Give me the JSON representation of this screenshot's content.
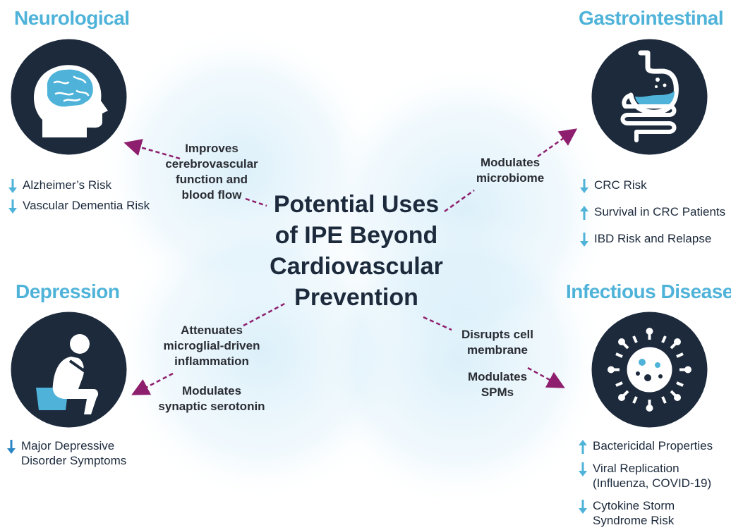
{
  "title_lines": [
    "Potential Uses",
    "of IPE Beyond",
    "Cardiovascular",
    "Prevention"
  ],
  "colors": {
    "heading": "#4fb3d9",
    "icon_circle": "#1c2a3c",
    "icon_accent": "#4fb3d9",
    "arrow_up": "#4fb3d9",
    "arrow_down": "#2a86c4",
    "connector": "#8e1f6e",
    "text": "#1c2a3c"
  },
  "neurological": {
    "heading": "Neurological",
    "icon": "brain-head-icon",
    "items": [
      {
        "dir": "down",
        "lines": [
          "Alzheimer’s Risk"
        ]
      },
      {
        "dir": "down",
        "lines": [
          "Vascular Dementia Risk"
        ]
      }
    ],
    "mechanism": [
      "Improves",
      "cerebrovascular",
      "function and",
      "blood flow"
    ]
  },
  "gastrointestinal": {
    "heading": "Gastrointestinal",
    "icon": "stomach-icon",
    "items": [
      {
        "dir": "down",
        "lines": [
          "CRC Risk"
        ]
      },
      {
        "dir": "up",
        "lines": [
          "Survival in CRC Patients"
        ]
      },
      {
        "dir": "down",
        "lines": [
          "IBD Risk and Relapse"
        ]
      }
    ],
    "mechanism": [
      "Modulates",
      "microbiome"
    ]
  },
  "depression": {
    "heading": "Depression",
    "icon": "depressed-person-icon",
    "items": [
      {
        "dir": "down",
        "lines": [
          "Major Depressive",
          "Disorder Symptoms"
        ]
      }
    ],
    "mechanism1": [
      "Attenuates",
      "microglial-driven",
      "inflammation"
    ],
    "mechanism2": [
      "Modulates",
      "synaptic serotonin"
    ]
  },
  "infectious": {
    "heading": "Infectious Disease",
    "icon": "virus-icon",
    "items": [
      {
        "dir": "up",
        "lines": [
          "Bactericidal Properties"
        ]
      },
      {
        "dir": "down",
        "lines": [
          "Viral Replication",
          "(Influenza, COVID-19)"
        ]
      },
      {
        "dir": "down",
        "lines": [
          "Cytokine Storm",
          "Syndrome Risk"
        ]
      }
    ],
    "mechanism1": [
      "Disrupts cell",
      "membrane"
    ],
    "mechanism2": [
      "Modulates",
      "SPMs"
    ]
  }
}
